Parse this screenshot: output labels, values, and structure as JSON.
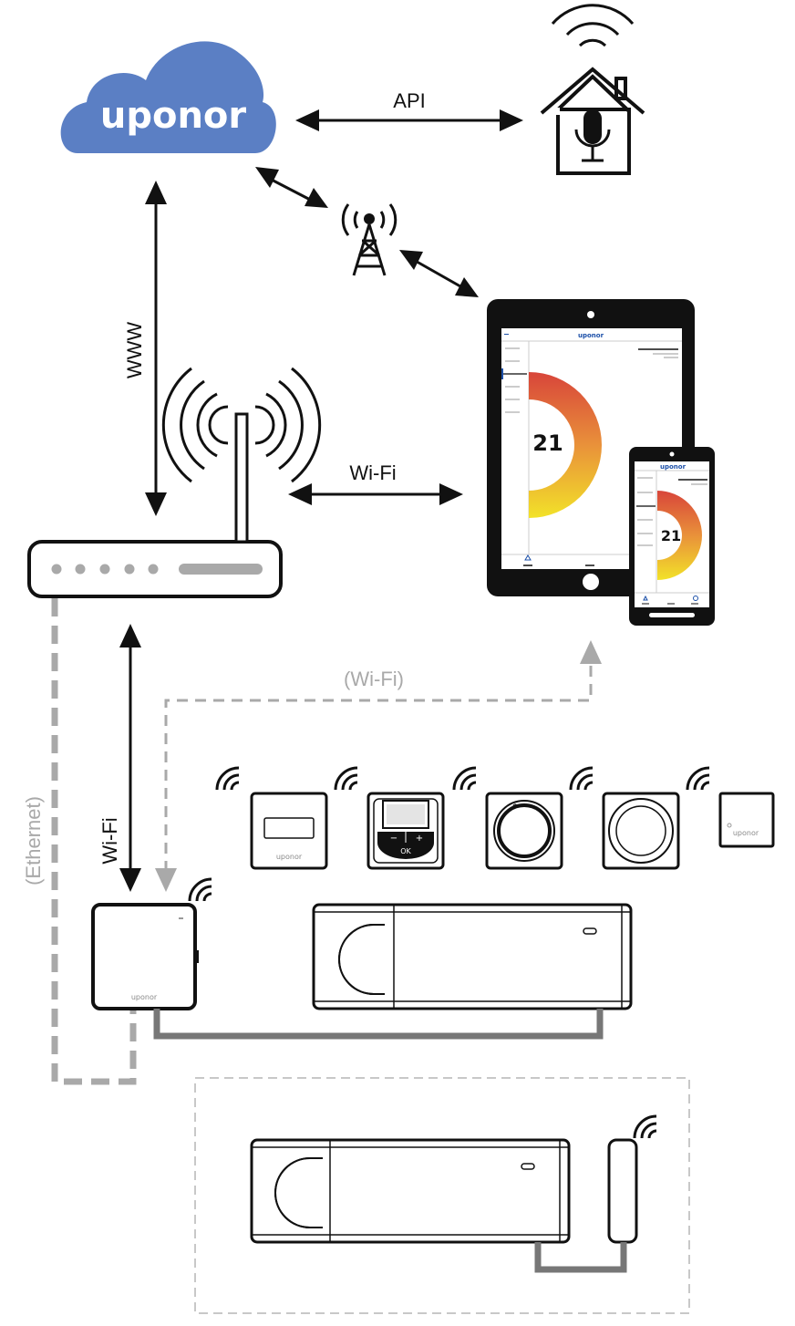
{
  "cloud": {
    "brand": "uponor",
    "color": "#5b7fc4"
  },
  "labels": {
    "api": "API",
    "www": "WWW",
    "wifi_router_tablet": "Wi-Fi",
    "wifi_optional": "(Wi-Fi)",
    "wifi_gateway": "Wi-Fi",
    "ethernet": "(Ethernet)"
  },
  "tablet": {
    "brand": "uponor",
    "temperature": "21"
  },
  "phone": {
    "brand": "uponor",
    "temperature": "21"
  },
  "thermostat_d": {
    "minus": "−",
    "plus": "+",
    "ok": "OK"
  },
  "device_brands": {
    "gateway": "uponor",
    "sensor": "uponor",
    "thermostat_display": "uponor"
  },
  "colors": {
    "connector_grey": "#a9a9a9",
    "gauge_top": "#d8453a",
    "gauge_bottom": "#f2e229"
  },
  "icons": [
    "cloud-icon",
    "smart-speaker-house-icon",
    "cell-tower-icon",
    "router-icon",
    "tablet-icon",
    "smartphone-icon",
    "wireless-icon"
  ]
}
